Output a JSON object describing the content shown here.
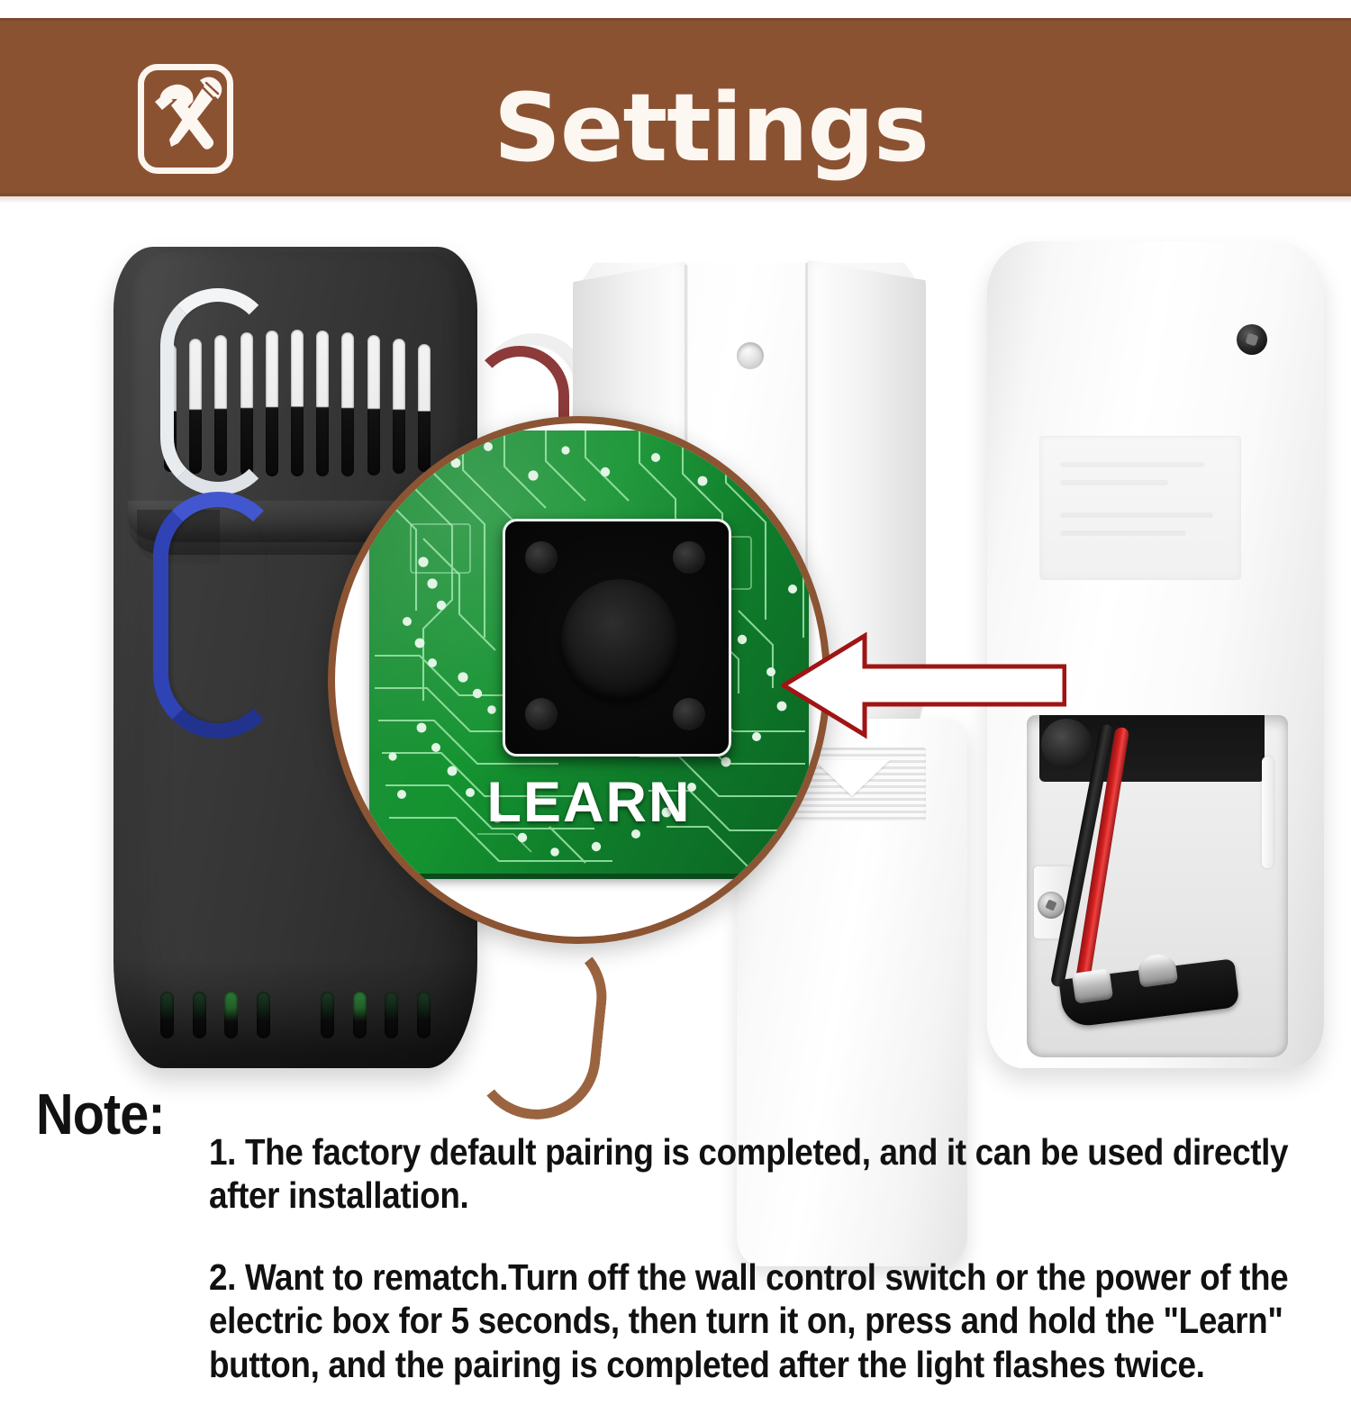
{
  "header": {
    "title": "Settings",
    "icon": "hammer-screwdriver-icon",
    "background_color": "#8b5232",
    "text_color": "#fdf7f2"
  },
  "diagram": {
    "callout": {
      "label": "LEARN",
      "border_color": "#8b5433",
      "pcb_color": "#159330",
      "button_name": "learn-push-button"
    },
    "arrow": {
      "direction": "left",
      "stroke_color": "#a01414",
      "name": "pointer-arrow"
    },
    "parts": [
      {
        "name": "rf-receiver-module",
        "color": "#2f2f2f"
      },
      {
        "name": "wall-mount-bracket",
        "color": "#f5f5f5"
      },
      {
        "name": "battery-cover",
        "color": "#f5f5f5"
      },
      {
        "name": "remote-control-back",
        "color": "#f7f7f7"
      }
    ],
    "wires": [
      {
        "name": "white-wire",
        "color": "#e9ecef"
      },
      {
        "name": "blue-wire",
        "color": "#2f43b5"
      },
      {
        "name": "red-wire",
        "color": "#8d3a3a"
      },
      {
        "name": "antenna-wire",
        "color": "#9b6440"
      },
      {
        "name": "battery-red-lead",
        "color": "#d11f1f"
      },
      {
        "name": "battery-black-lead",
        "color": "#151515"
      }
    ]
  },
  "note": {
    "label": "Note:",
    "items": [
      "1. The factory default pairing is completed, and it can be used directly after installation.",
      "2. Want to rematch.Turn off the wall control switch or the power of the electric box for 5 seconds, then turn it on, press and hold the \"Learn\" button, and the pairing is completed after the light flashes twice."
    ]
  }
}
